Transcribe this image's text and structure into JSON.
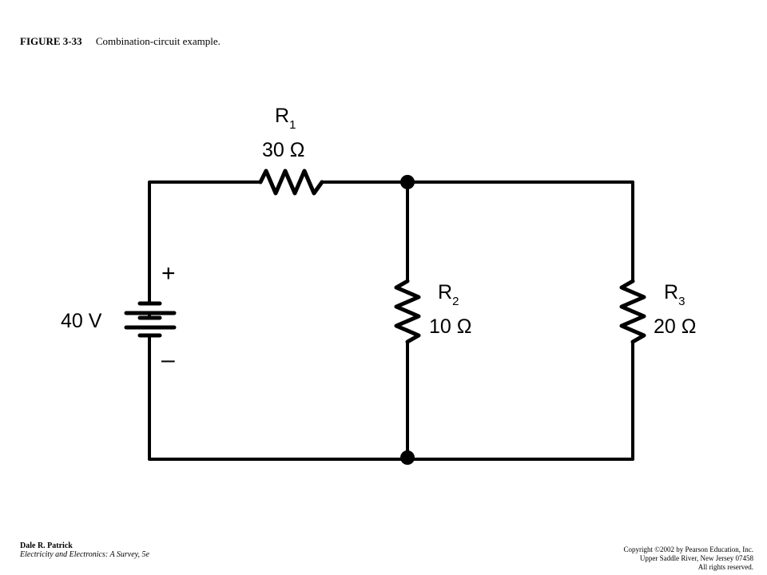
{
  "caption": {
    "number": "FIGURE 3-33",
    "text": "Combination-circuit example."
  },
  "circuit": {
    "source": {
      "label": "40 V",
      "plus": "+",
      "minus": "–"
    },
    "r1": {
      "name": "R",
      "sub": "1",
      "value": "30 Ω"
    },
    "r2": {
      "name": "R",
      "sub": "2",
      "value": "10 Ω"
    },
    "r3": {
      "name": "R",
      "sub": "3",
      "value": "20 Ω"
    }
  },
  "footer": {
    "author": "Dale R. Patrick",
    "book": "Electricity and Electronics: A Survey, 5e",
    "copyright": "Copyright ©2002 by Pearson Education, Inc.",
    "address": "Upper Saddle River, New Jersey 07458",
    "rights": "All rights reserved."
  }
}
